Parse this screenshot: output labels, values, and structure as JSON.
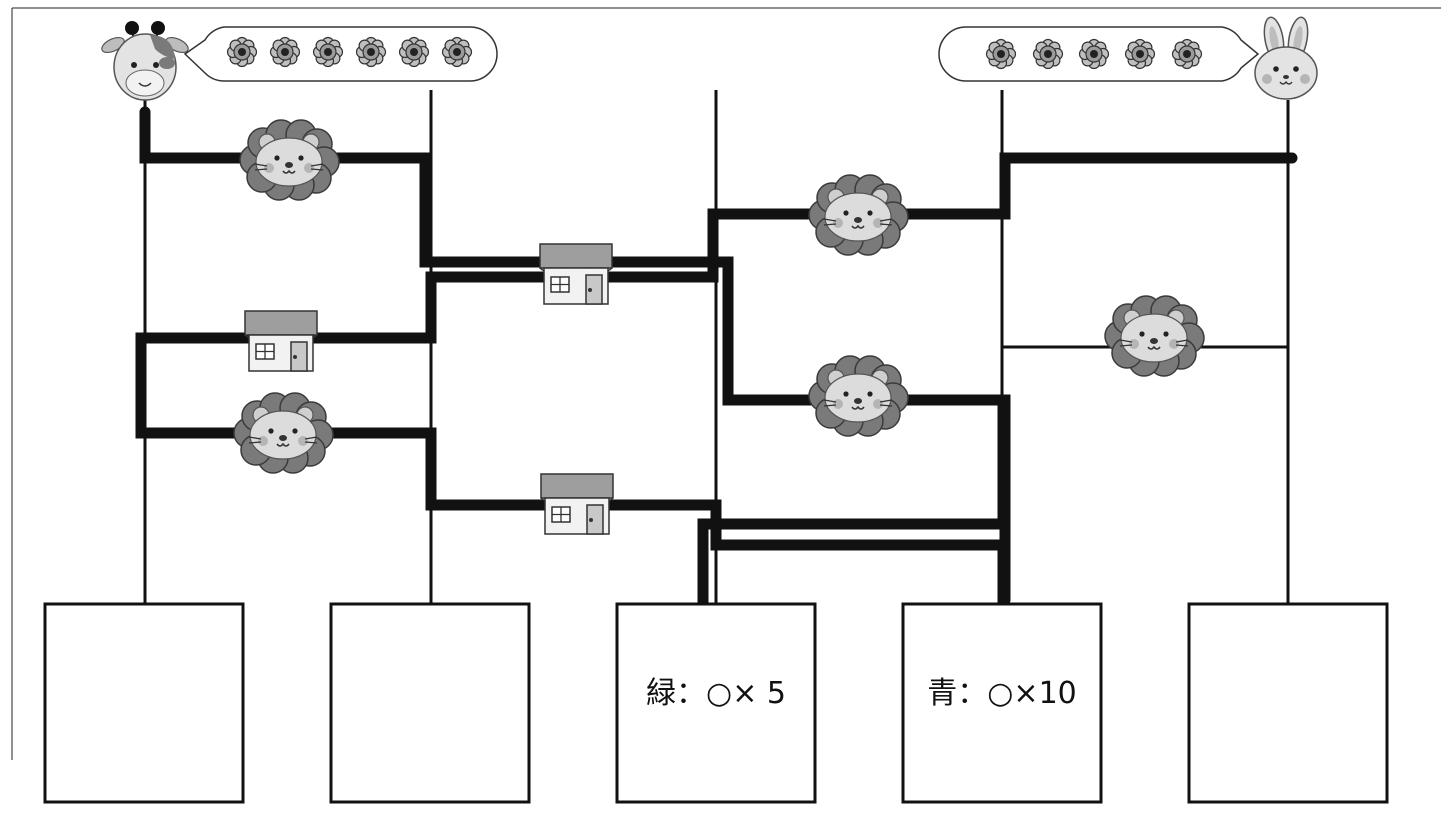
{
  "characters": {
    "left": {
      "icon": "giraffe-face-icon",
      "flower_count": 6
    },
    "right": {
      "icon": "rabbit-face-icon",
      "flower_count": 5
    }
  },
  "result_boxes": [
    {
      "label": ""
    },
    {
      "label": ""
    },
    {
      "label": "緑：○× 5"
    },
    {
      "label": "青：○×10"
    },
    {
      "label": ""
    }
  ],
  "obstacles": {
    "lion": {
      "icon": "lion-face-icon"
    },
    "shop": {
      "icon": "shop-icon"
    }
  },
  "colors": {
    "line": "#111111",
    "mascot_gray": "#8c8c8c",
    "mascot_light": "#d9d9d9",
    "awning": "#9e9e9e"
  }
}
